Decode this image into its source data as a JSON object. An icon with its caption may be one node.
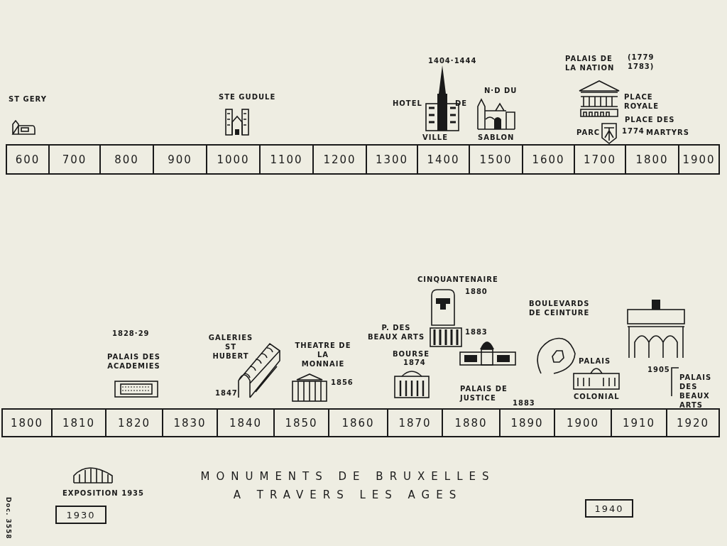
{
  "diagram": {
    "title": "MONUMENTS DE BRUXELLES A TRAVERS LES AGES",
    "nodes": [
      {
        "text": [
          "600"
        ]
      },
      {
        "text": [
          "700"
        ]
      },
      {
        "text": [
          "800"
        ]
      },
      {
        "text": [
          "900"
        ]
      },
      {
        "text": [
          "1000"
        ]
      },
      {
        "text": [
          "1100"
        ]
      },
      {
        "text": [
          "1200"
        ]
      },
      {
        "text": [
          "1300"
        ]
      },
      {
        "text": [
          "1400"
        ]
      },
      {
        "text": [
          "1500"
        ]
      },
      {
        "text": [
          "1600"
        ]
      },
      {
        "text": [
          "1700"
        ]
      },
      {
        "text": [
          "1800"
        ]
      },
      {
        "text": [
          "1900"
        ]
      },
      {
        "text": [
          "1800"
        ]
      },
      {
        "text": [
          "1810"
        ]
      },
      {
        "text": [
          "1820"
        ]
      },
      {
        "text": [
          "1830"
        ]
      },
      {
        "text": [
          "1840"
        ]
      },
      {
        "text": [
          "1850"
        ]
      },
      {
        "text": [
          "1860"
        ]
      },
      {
        "text": [
          "1870"
        ]
      },
      {
        "text": [
          "1880"
        ]
      },
      {
        "text": [
          "1890"
        ]
      },
      {
        "text": [
          "1900"
        ]
      },
      {
        "text": [
          "1910"
        ]
      },
      {
        "text": [
          "1920"
        ]
      },
      {
        "text": [
          "1930"
        ]
      },
      {
        "text": [
          "1940"
        ]
      }
    ],
    "labels": [
      "ST GERY",
      "STE GUDULE",
      "1404·1444",
      "HOTEL",
      "DE",
      "VILLE",
      "N·D DU",
      "SABLON",
      "PALAIS DE LA NATION",
      "(1779 1783)",
      "PLACE ROYALE",
      "PLACE DES",
      "PARC",
      "1774",
      "MARTYRS",
      "CINQUANTENAIRE",
      "1880",
      "BOULEVARDS DE CEINTURE",
      "1828·29",
      "GALERIES ST HUBERT",
      "THEATRE DE LA MONNAIE",
      "P. DES BEAUX ARTS",
      "1883",
      "PALAIS DES ACADEMIES",
      "BOURSE",
      "1874",
      "PALAIS",
      "1905",
      "PALAIS DES BEAUX ARTS",
      "1856",
      "1847",
      "PALAIS DE JUSTICE",
      "1883",
      "COLONIAL",
      "EXPOSITION 1935",
      "Doc. 3558"
    ]
  }
}
